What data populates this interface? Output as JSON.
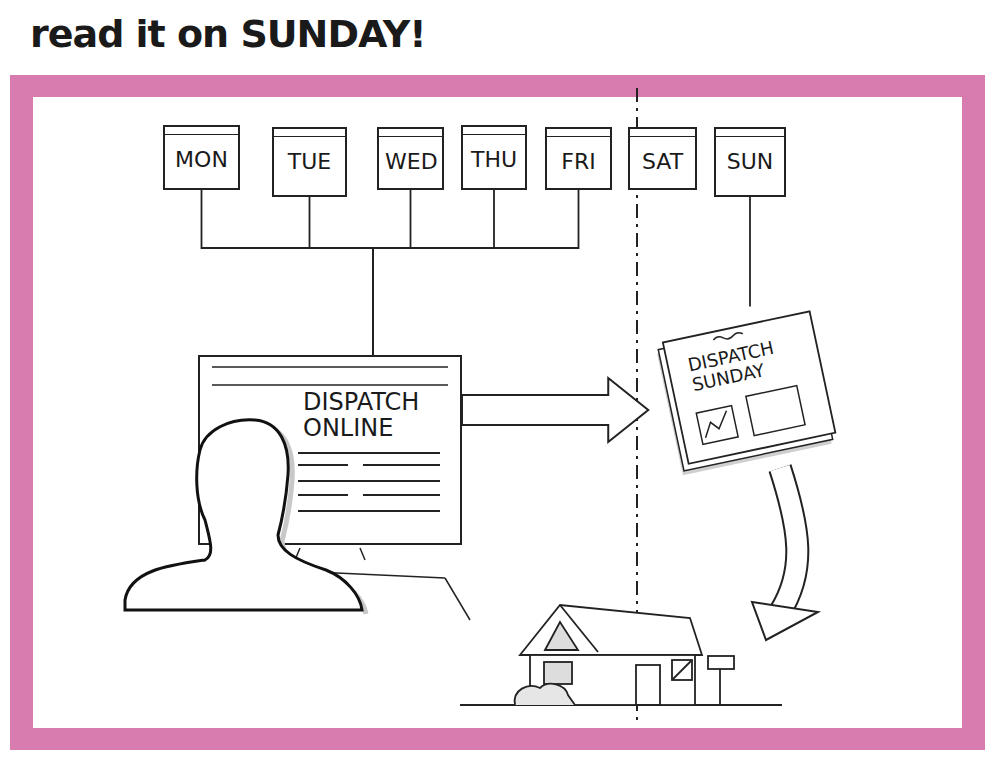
{
  "diagram": {
    "title": "read it on SUNDAY!",
    "nodes": [
      {
        "text": [
          "MON"
        ]
      },
      {
        "text": [
          "TUE"
        ]
      },
      {
        "text": [
          "WED"
        ]
      },
      {
        "text": [
          "THU"
        ]
      },
      {
        "text": [
          "FRI"
        ]
      },
      {
        "text": [
          "SAT"
        ]
      },
      {
        "text": [
          "SUN"
        ]
      },
      {
        "text": [
          "DISPATCH ONLINE"
        ]
      },
      {
        "text": [
          "DISPATCH SUNDAY"
        ]
      }
    ],
    "edges": [
      {
        "from": 0,
        "to": 7,
        "arrow": "none"
      },
      {
        "from": 1,
        "to": 7,
        "arrow": "none"
      },
      {
        "from": 2,
        "to": 7,
        "arrow": "none"
      },
      {
        "from": 3,
        "to": 7,
        "arrow": "none"
      },
      {
        "from": 4,
        "to": 7,
        "arrow": "none"
      },
      {
        "from": 6,
        "to": 8,
        "arrow": "none"
      },
      {
        "from": 7,
        "to": 8,
        "arrow": "to"
      }
    ]
  }
}
